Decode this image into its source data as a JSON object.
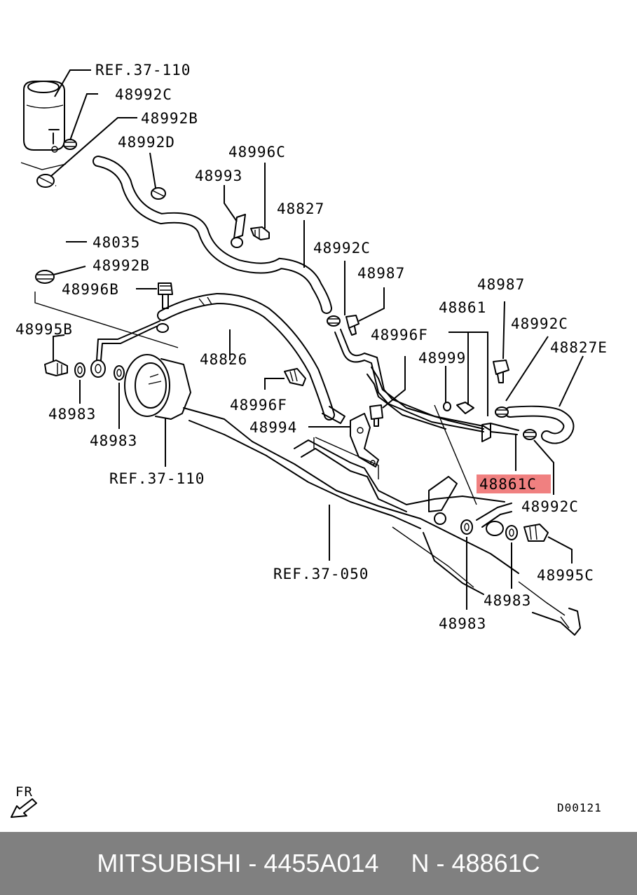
{
  "diagram": {
    "highlight_color": "#f08080",
    "labels": {
      "ref_37_110_top": "REF.37-110",
      "p48992c_1": "48992C",
      "p48992b_1": "48992B",
      "p48992d": "48992D",
      "p48996c": "48996C",
      "p48993": "48993",
      "p48827": "48827",
      "p48035": "48035",
      "p48992c_2": "48992C",
      "p48992b_2": "48992B",
      "p48987_1": "48987",
      "p48996b": "48996B",
      "p48987_2": "48987",
      "p48861": "48861",
      "p48995b": "48995B",
      "p48996f_1": "48996F",
      "p48992c_3": "48992C",
      "p48826": "48826",
      "p48999": "48999",
      "p48827e": "48827E",
      "p48983_1": "48983",
      "p48996f_2": "48996F",
      "p48994": "48994",
      "p48983_2": "48983",
      "p48861c": "48861C",
      "ref_37_110_bottom": "REF.37-110",
      "p48992c_4": "48992C",
      "ref_37_050": "REF.37-050",
      "p48995c": "48995C",
      "p48983_3": "48983",
      "p48983_4": "48983",
      "fr": "FR",
      "code": "D00121"
    }
  },
  "footer": {
    "brand_part": "MITSUBISHI - 4455A014",
    "ref_part": "N - 48861C"
  }
}
